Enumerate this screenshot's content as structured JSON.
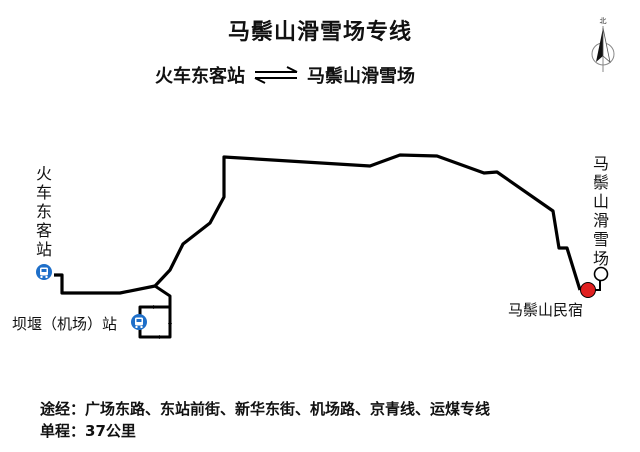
{
  "title": "马鬃山滑雪场专线",
  "route": {
    "from": "火车东客站",
    "to": "马鬃山滑雪场",
    "direction_icon": "bidirectional-arrows-icon"
  },
  "compass": {
    "label": "北",
    "icon": "north-arrow-icon"
  },
  "stops": {
    "start": {
      "label": "火车东客站",
      "icon": "bus-stop-icon",
      "color": "#1e6fc9"
    },
    "airport": {
      "label": "坝堰（机场）站",
      "icon": "bus-stop-icon",
      "color": "#1e6fc9"
    },
    "hostel": {
      "label": "马鬃山民宿",
      "icon": "red-dot-icon",
      "color": "#e02020"
    },
    "end": {
      "label": "马鬃山滑雪场",
      "icon": "terminal-circle-icon",
      "color": "#ffffff"
    }
  },
  "info": {
    "via_label": "途经：",
    "via": "广场东路、东站前街、新华东街、机场路、京青线、运煤专线",
    "distance_label": "单程：",
    "distance": "37公里"
  },
  "colors": {
    "route_line": "#000000",
    "bus_icon": "#1e6fc9",
    "hostel_dot": "#e02020"
  }
}
